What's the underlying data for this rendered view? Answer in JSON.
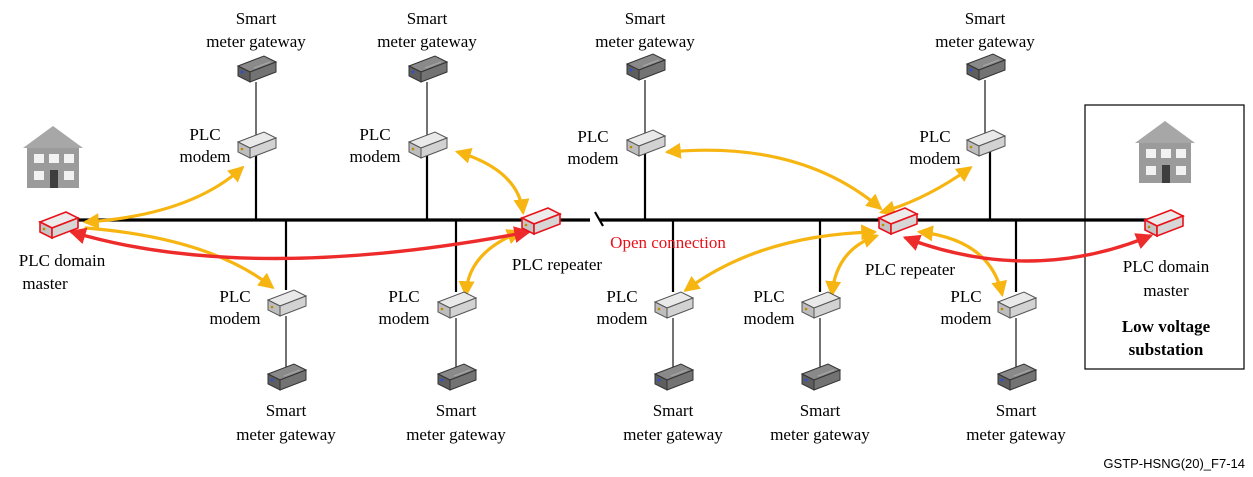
{
  "labels": {
    "smart": "Smart",
    "meter_gateway": "meter gateway",
    "plc": "PLC",
    "modem": "modem",
    "plc_domain": "PLC domain",
    "master": "master",
    "plc_repeater": "PLC repeater",
    "open_connection": "Open connection",
    "low_voltage": "Low voltage",
    "substation": "substation"
  },
  "figure_id": "GSTP-HSNG(20)_F7-14",
  "colors": {
    "bus": "#000000",
    "link_yellow": "#f7b512",
    "link_red": "#ee2b2b",
    "open_connection_text": "#e8121a",
    "device_red_outline": "#e8121a"
  }
}
